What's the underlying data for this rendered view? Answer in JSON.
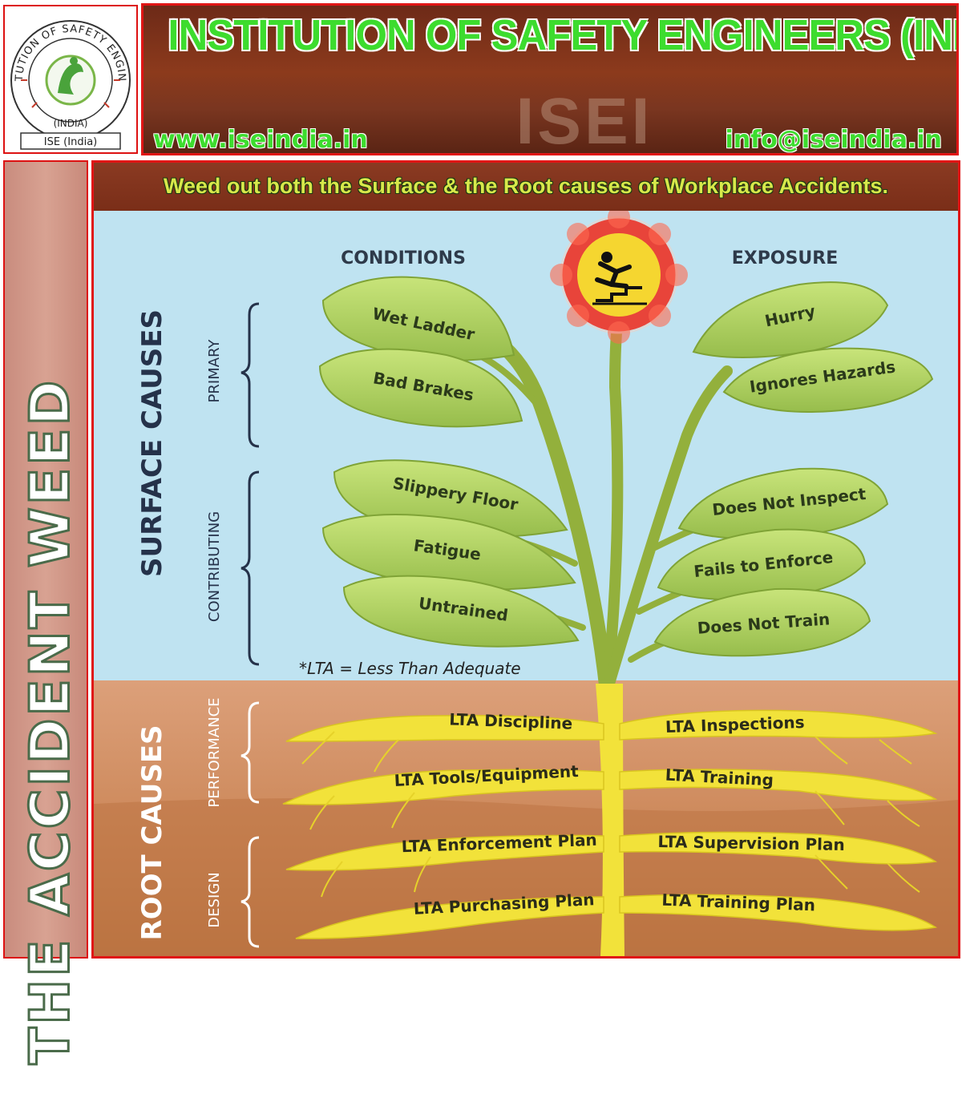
{
  "header": {
    "logo": {
      "ring_text": "INSTITUTION OF SAFETY ENGINEERS",
      "bottom_ring": "(INDIA)",
      "ribbon": "ISE (India)"
    },
    "title": "INSTITUTION OF SAFETY ENGINEERS (INDIA)",
    "watermark": "ISEI",
    "website": "www.iseindia.in",
    "email": "info@iseindia.in"
  },
  "side_title": "THE ACCIDENT WEED",
  "main_title": "Weed out both the Surface & the Root causes of Workplace Accidents.",
  "diagram": {
    "conditions_label": "CONDITIONS",
    "exposure_label": "EXPOSURE",
    "surface_causes_label": "SURFACE CAUSES",
    "root_causes_label": "ROOT CAUSES",
    "primary_label": "PRIMARY",
    "contributing_label": "CONTRIBUTING",
    "performance_label": "PERFORMANCE",
    "design_label": "DESIGN",
    "lta_note": "*LTA = Less Than Adequate",
    "left_leaves": [
      "Wet Ladder",
      "Bad Brakes",
      "Slippery Floor",
      "Fatigue",
      "Untrained"
    ],
    "right_leaves": [
      "Hurry",
      "Ignores Hazards",
      "Does Not Inspect",
      "Fails to Enforce",
      "Does Not Train"
    ],
    "left_roots": [
      "LTA Discipline",
      "LTA Tools/Equipment",
      "LTA Enforcement Plan",
      "LTA Purchasing Plan"
    ],
    "right_roots": [
      "LTA Inspections",
      "LTA Training",
      "LTA Supervision Plan",
      "LTA Training Plan"
    ],
    "icon": "slip-on-stairs-icon",
    "colors": {
      "sky": "#bfe3f1",
      "soil_top": "#d89b72",
      "soil_mid": "#c98558",
      "soil_bottom": "#b5703f",
      "leaf": "#b5d96a",
      "stem": "#93b03c",
      "root": "#f2e23a",
      "flower_petal": "#e8443a",
      "flower_center": "#f5d630"
    }
  }
}
